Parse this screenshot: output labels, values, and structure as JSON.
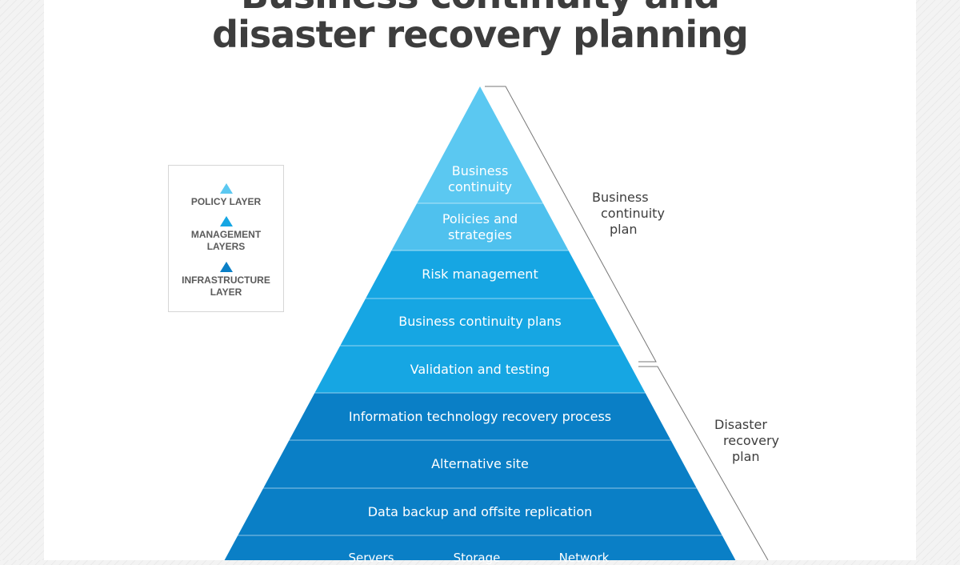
{
  "title": {
    "line1": "Business continuity and",
    "line2": "disaster recovery planning"
  },
  "legend": {
    "items": [
      {
        "label": "POLICY LAYER",
        "color": "#5bc8f1"
      },
      {
        "label": "MANAGEMENT LAYERS",
        "color": "#16a6e3"
      },
      {
        "label": "INFRASTRUCTURE LAYER",
        "color": "#0a7fc6"
      }
    ]
  },
  "pyramid": {
    "levels": [
      {
        "label": "Business continuity",
        "layer": "policy"
      },
      {
        "label": "Policies and strategies",
        "layer": "policy"
      },
      {
        "label": "Risk management",
        "layer": "management"
      },
      {
        "label": "Business continuity plans",
        "layer": "management"
      },
      {
        "label": "Validation and testing",
        "layer": "management"
      },
      {
        "label": "Information technology recovery process",
        "layer": "infrastructure"
      },
      {
        "label": "Alternative site",
        "layer": "infrastructure"
      },
      {
        "label": "Data backup and offsite replication",
        "layer": "infrastructure"
      }
    ],
    "bottom_items": [
      "Servers",
      "Storage",
      "Network"
    ],
    "colors": {
      "policy_top": "#5bc8f1",
      "policy": "#4fc1ee",
      "management": "#16a6e3",
      "infrastructure": "#0a7fc6"
    }
  },
  "brackets": {
    "business_continuity_plan": {
      "line1": "Business",
      "line2": "continuity",
      "line3": "plan"
    },
    "disaster_recovery_plan": {
      "line1": "Disaster",
      "line2": "recovery",
      "line3": "plan"
    }
  }
}
